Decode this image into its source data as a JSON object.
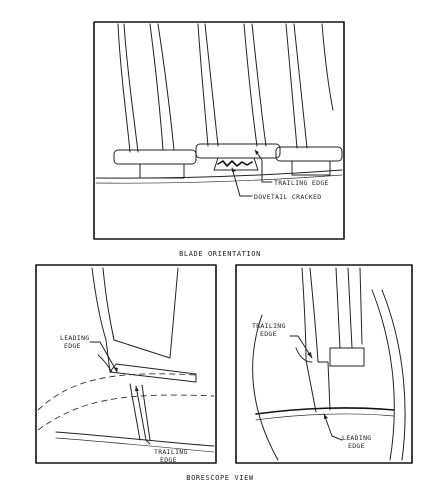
{
  "top_panel": {
    "callout_trailing_edge": "TRAILING EDGE",
    "callout_dovetail_cracked": "DOVETAIL CRACKED",
    "caption": "BLADE ORIENTATION"
  },
  "left_panel": {
    "callout_leading_edge_line1": "LEADING",
    "callout_leading_edge_line2": "EDGE",
    "callout_trailing_edge_line1": "TRAILING",
    "callout_trailing_edge_line2": "EDGE"
  },
  "right_panel": {
    "callout_trailing_edge_line1": "TRAILING",
    "callout_trailing_edge_line2": "EDGE",
    "callout_leading_edge_line1": "LEADING",
    "callout_leading_edge_line2": "EDGE"
  },
  "bottom_caption": "BORESCOPE VIEW"
}
